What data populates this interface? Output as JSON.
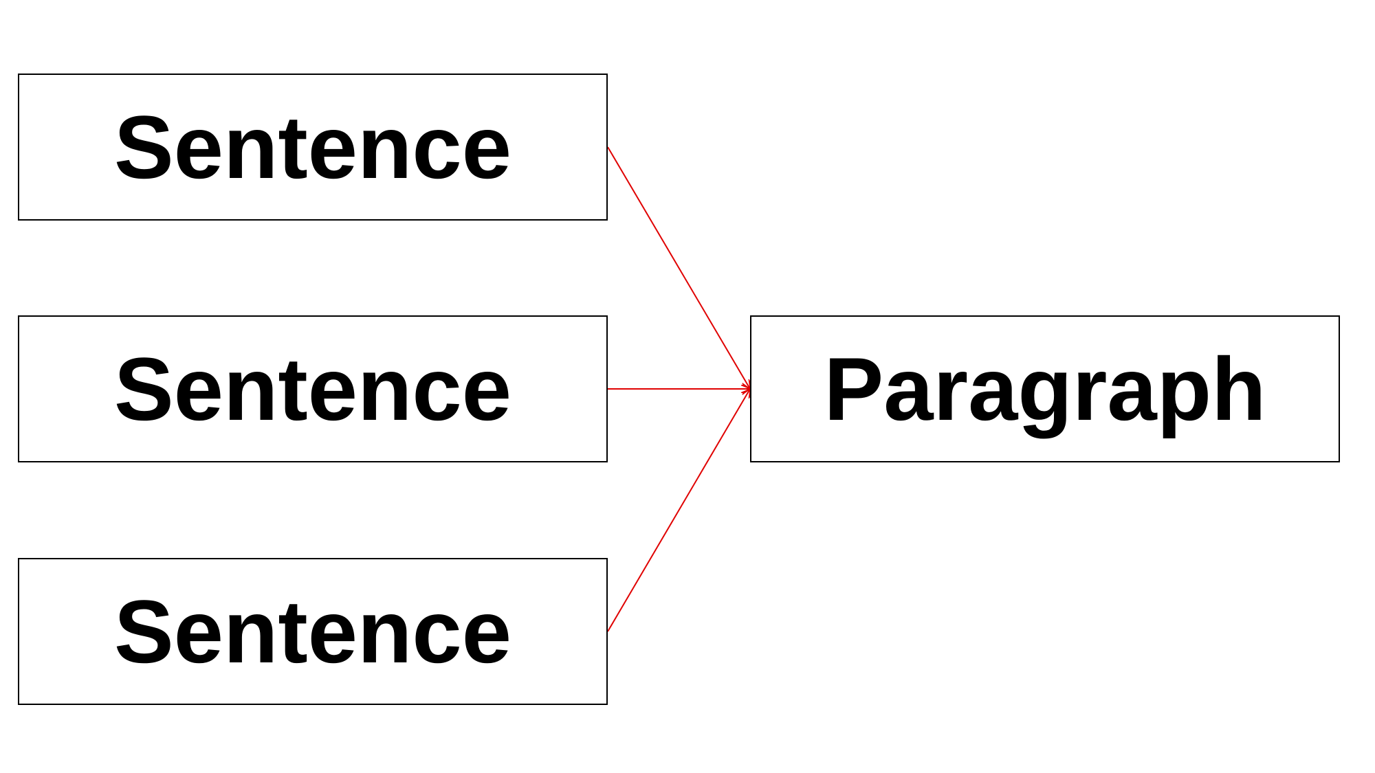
{
  "diagram": {
    "sentence_boxes": [
      {
        "label": "Sentence"
      },
      {
        "label": "Sentence"
      },
      {
        "label": "Sentence"
      }
    ],
    "paragraph_box": {
      "label": "Paragraph"
    },
    "arrow_color": "#e00000",
    "box_border_color": "#000000"
  }
}
